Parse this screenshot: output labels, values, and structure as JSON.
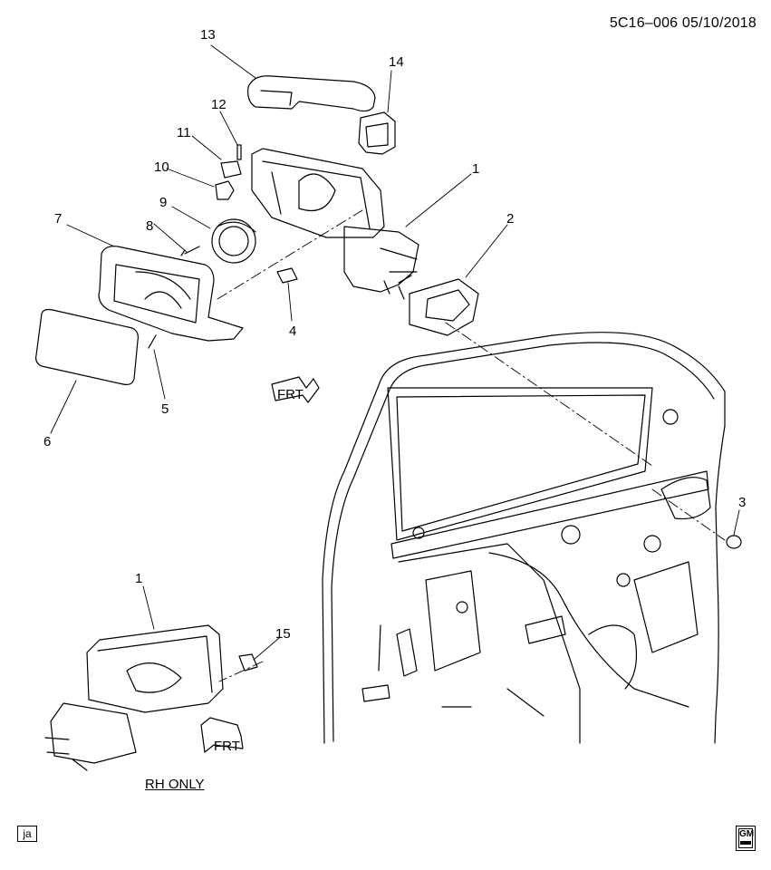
{
  "header": {
    "doc_id": "5C16–006  05/10/2018"
  },
  "callouts": [
    "1",
    "2",
    "3",
    "4",
    "5",
    "6",
    "7",
    "8",
    "9",
    "10",
    "11",
    "12",
    "13",
    "14",
    "15",
    "1"
  ],
  "arrows": {
    "front_label_top": "FRT",
    "front_label_bottom": "FRT"
  },
  "footer": {
    "rh_only": "RH ONLY",
    "page_tag": "ja",
    "logo_text": "GM"
  }
}
